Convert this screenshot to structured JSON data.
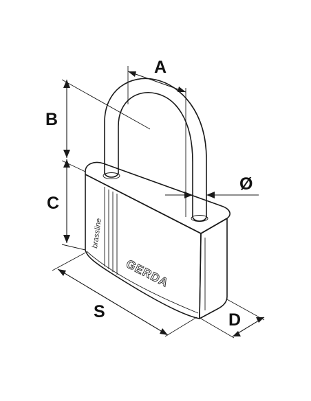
{
  "labels": {
    "a": "A",
    "b": "B",
    "c": "C",
    "d": "D",
    "s": "S",
    "diameter": "Ø"
  },
  "lock_markings": {
    "brand": "GERDA",
    "series": "brassline"
  },
  "colors": {
    "ink": "#1a1a1a",
    "body_fill": "#ffffff",
    "background": "#ffffff"
  }
}
